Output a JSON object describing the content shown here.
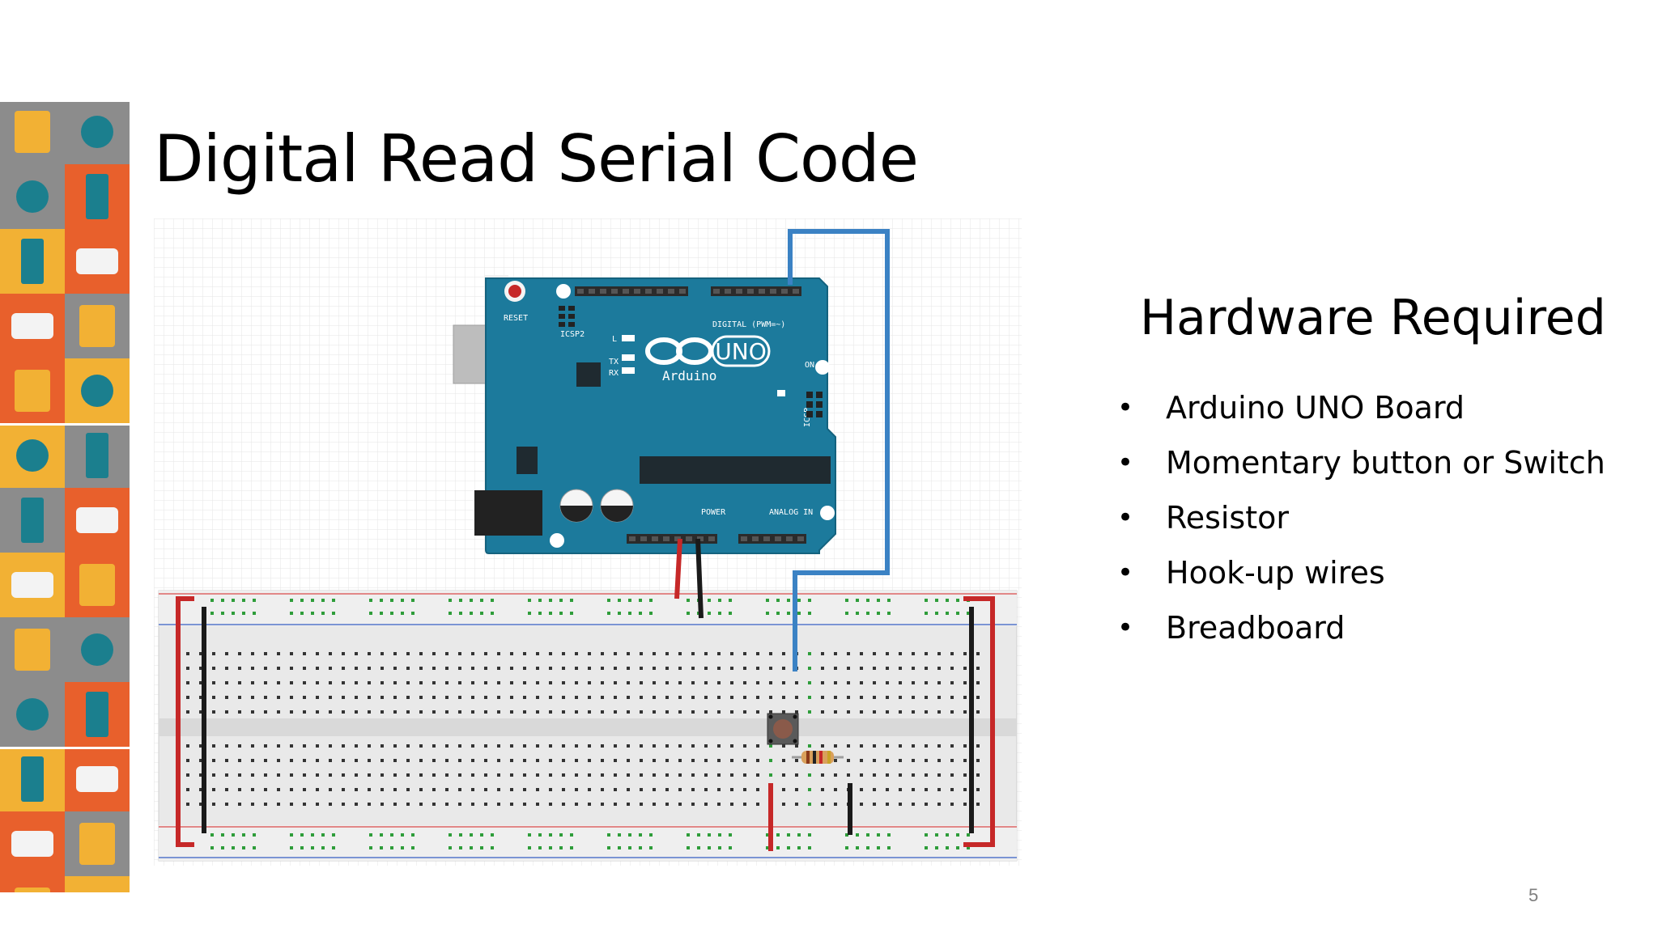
{
  "slide": {
    "title": "Digital Read Serial Code",
    "page_number": "5"
  },
  "hardware": {
    "heading": "Hardware Required",
    "items": [
      "Arduino UNO Board",
      "Momentary button or Switch",
      "Resistor",
      "Hook-up wires",
      "Breadboard"
    ]
  },
  "board": {
    "logo_text": "UNO",
    "brand_text": "Arduino",
    "reset_label": "RESET",
    "icsp2_label": "ICSP2",
    "icsp_label": "ICSP",
    "digital_label": "DIGITAL (PWM=~)",
    "power_label": "POWER",
    "analog_label": "ANALOG IN",
    "on_label": "ON",
    "tx_label": "TX",
    "rx_label": "RX",
    "l_label": "L"
  },
  "colors": {
    "board": "#1c7a9c",
    "wire_blue": "#3b82c4",
    "wire_red": "#c62828",
    "wire_black": "#1a1a1a",
    "strip_orange": "#e8602c",
    "strip_yellow": "#f2b134",
    "strip_grey": "#8c8c8c",
    "strip_teal": "#1b7f8e"
  }
}
